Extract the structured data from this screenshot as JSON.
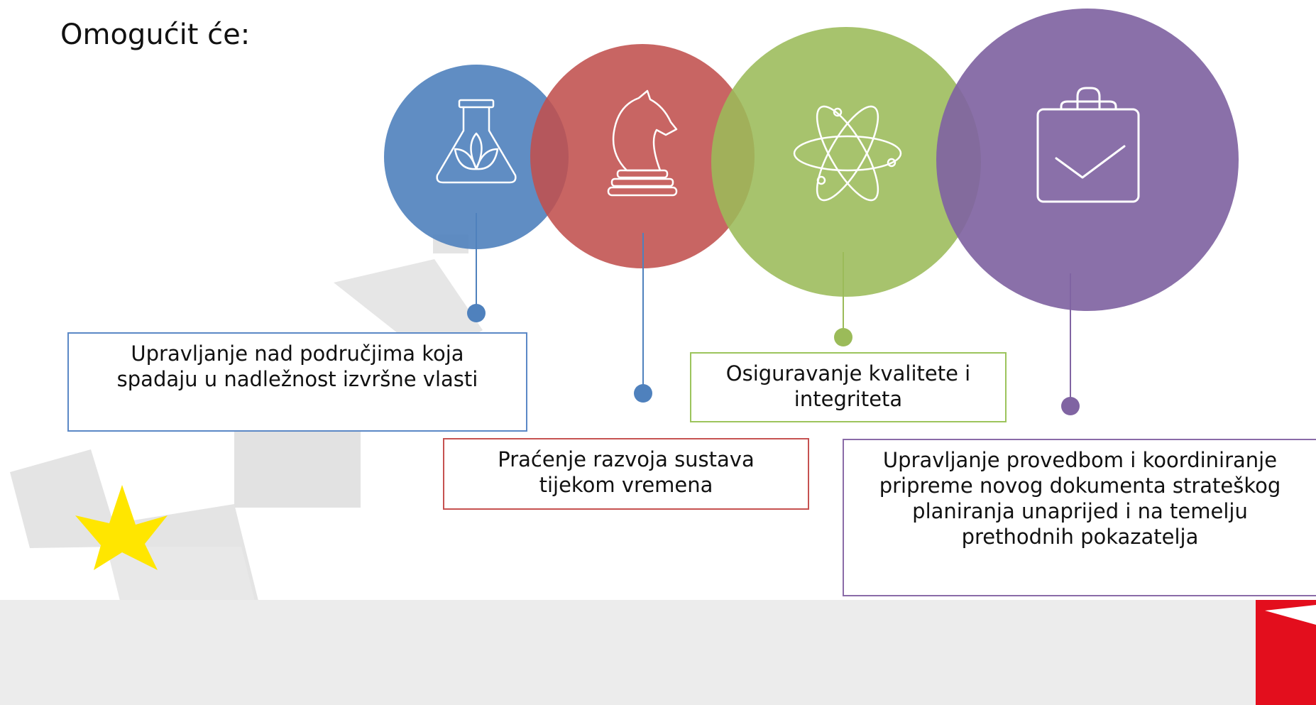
{
  "heading": "Omogućit će:",
  "items": [
    {
      "label": "Upravljanje nad područjima koja spadaju u nadležnost izvršne vlasti",
      "color": "#4f81bd",
      "icon": "flask-plant-icon"
    },
    {
      "label": "Praćenje razvoja sustava tijekom vremena",
      "color": "#c0504d",
      "icon": "chess-knight-icon"
    },
    {
      "label": "Osiguravanje kvalitete i integriteta",
      "color": "#9bbb59",
      "icon": "atom-icon"
    },
    {
      "label": "Upravljanje provedbom i koordiniranje pripreme novog dokumenta strateškog planiranja unaprijed i na temelju prethodnih pokazatelja",
      "color": "#8064a2",
      "icon": "clipboard-check-icon"
    }
  ],
  "colors": {
    "star": "#ffe600",
    "footer_band": "#ececec",
    "watermark": "#e2e2e2",
    "brand_red": "#e30e1d"
  }
}
